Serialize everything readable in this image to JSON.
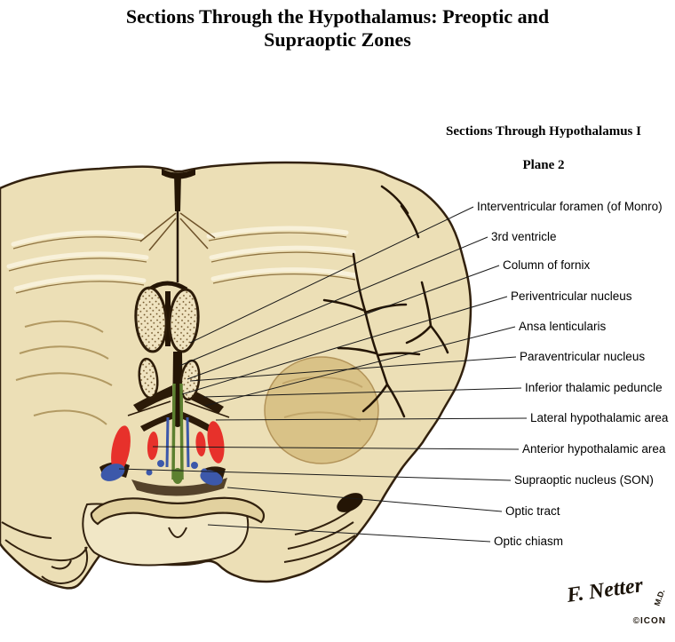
{
  "title": {
    "line1": "Sections Through the Hypothalamus: Preoptic and",
    "line2": "Supraoptic Zones"
  },
  "panel": {
    "heading": "Sections Through Hypothalamus I",
    "plane": "Plane 2"
  },
  "labels": [
    {
      "text": "Interventricular foramen (of Monro)"
    },
    {
      "text": "3rd ventricle"
    },
    {
      "text": "Column of fornix"
    },
    {
      "text": "Periventricular nucleus"
    },
    {
      "text": "Ansa lenticularis"
    },
    {
      "text": "Paraventricular nucleus"
    },
    {
      "text": "Inferior thalamic peduncle"
    },
    {
      "text": "Lateral hypothalamic area"
    },
    {
      "text": "Anterior hypothalamic area"
    },
    {
      "text": "Supraoptic nucleus (SON)"
    },
    {
      "text": "Optic tract"
    },
    {
      "text": "Optic chiasm"
    }
  ],
  "signature": {
    "artist": "F. Netter",
    "credential": "M.D.",
    "publisher": "©ICON"
  },
  "colors": {
    "tissue": "#ecdfb6",
    "tissue_dark": "#d9c287",
    "outline": "#32210e",
    "ventricle_dark": "#241505",
    "nucleus_red": "#e7312b",
    "nucleus_blue": "#3c58aa",
    "fornix_green": "#5d8030"
  }
}
